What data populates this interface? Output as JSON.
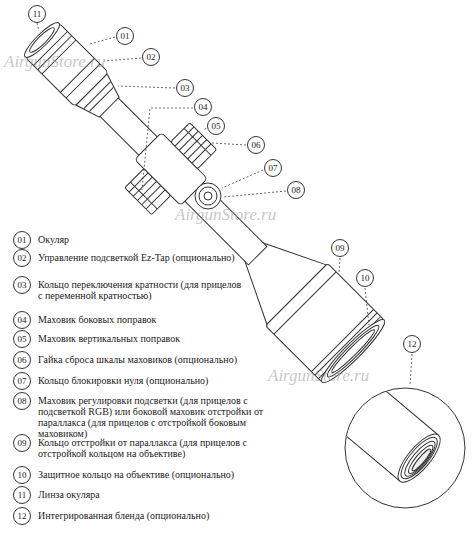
{
  "diagram": {
    "nodes": [
      {
        "text": [
          "11"
        ]
      },
      {
        "text": [
          "01"
        ]
      },
      {
        "text": [
          "02"
        ]
      },
      {
        "text": [
          "03"
        ]
      },
      {
        "text": [
          "04"
        ]
      },
      {
        "text": [
          "05"
        ]
      },
      {
        "text": [
          "06"
        ]
      },
      {
        "text": [
          "07"
        ]
      },
      {
        "text": [
          "08"
        ]
      },
      {
        "text": [
          "09"
        ]
      },
      {
        "text": [
          "10"
        ]
      },
      {
        "text": [
          "12"
        ]
      },
      {
        "text": [
          "01",
          "Окуляр"
        ]
      },
      {
        "text": [
          "02",
          "Управление подсветкой Ez-Tap (опционально)"
        ]
      },
      {
        "text": [
          "03",
          "Кольцо переключения кратности (для прицелов с переменной кратностью)"
        ]
      },
      {
        "text": [
          "04",
          "Маховик боковых поправок"
        ]
      },
      {
        "text": [
          "05",
          "Маховик вертикальных поправок"
        ]
      },
      {
        "text": [
          "06",
          "Гайка сброса шкалы маховиков (опционально)"
        ]
      },
      {
        "text": [
          "07",
          "Кольцо блокировки нуля (опционально)"
        ]
      },
      {
        "text": [
          "08",
          "Маховик регулировки подсветки (для прицелов с подсветкой RGB) или боковой маховик отстройки от параллакса (для прицелов с отстройкой боковым маховиком)"
        ]
      },
      {
        "text": [
          "09",
          "Кольцо отстройки от параллакса (для прицелов с отстройкой кольцом на объективе)"
        ]
      },
      {
        "text": [
          "10",
          "Защитное кольцо на объективе (опционально)"
        ]
      },
      {
        "text": [
          "11",
          "Линза окуляра"
        ]
      },
      {
        "text": [
          "12",
          "Интегрированная бленда (опционально)"
        ]
      }
    ],
    "labels": [
      "AirgunStore.ru",
      "AirgunStore.ru",
      "AirgunStore.ru"
    ]
  }
}
